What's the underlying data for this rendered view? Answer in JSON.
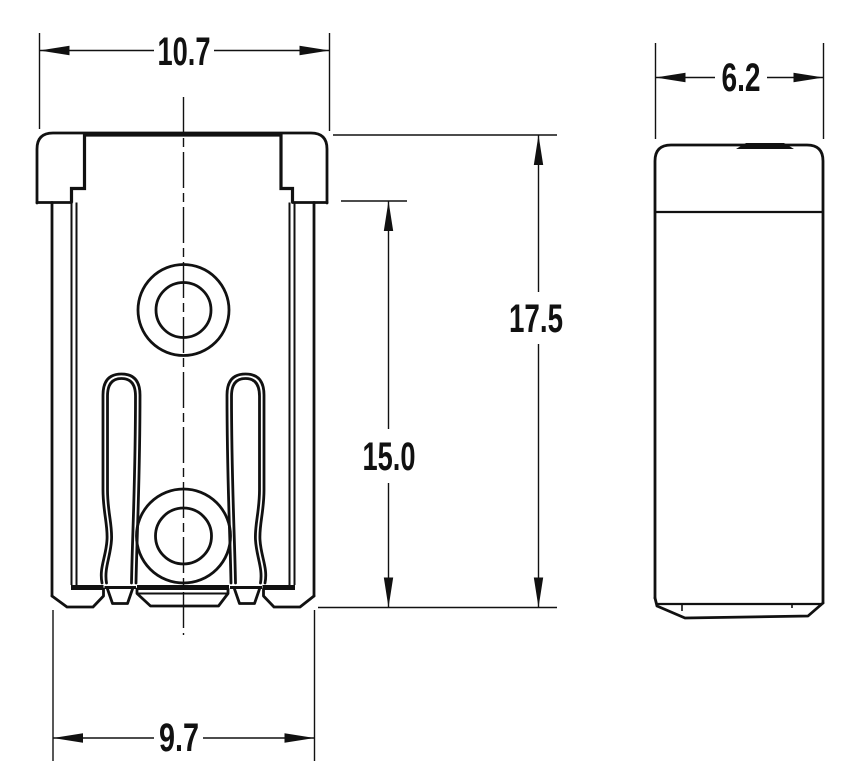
{
  "drawing": {
    "background": "#ffffff",
    "ink_color": "#111111",
    "views": {
      "front": {
        "name": "front-view"
      },
      "side": {
        "name": "side-view"
      }
    },
    "dimensions": {
      "top_width": {
        "value": "10.7"
      },
      "bottom_width": {
        "value": "9.7"
      },
      "overall_height": {
        "value": "17.5"
      },
      "body_height": {
        "value": "15.0"
      },
      "side_width": {
        "value": "6.2"
      }
    }
  }
}
